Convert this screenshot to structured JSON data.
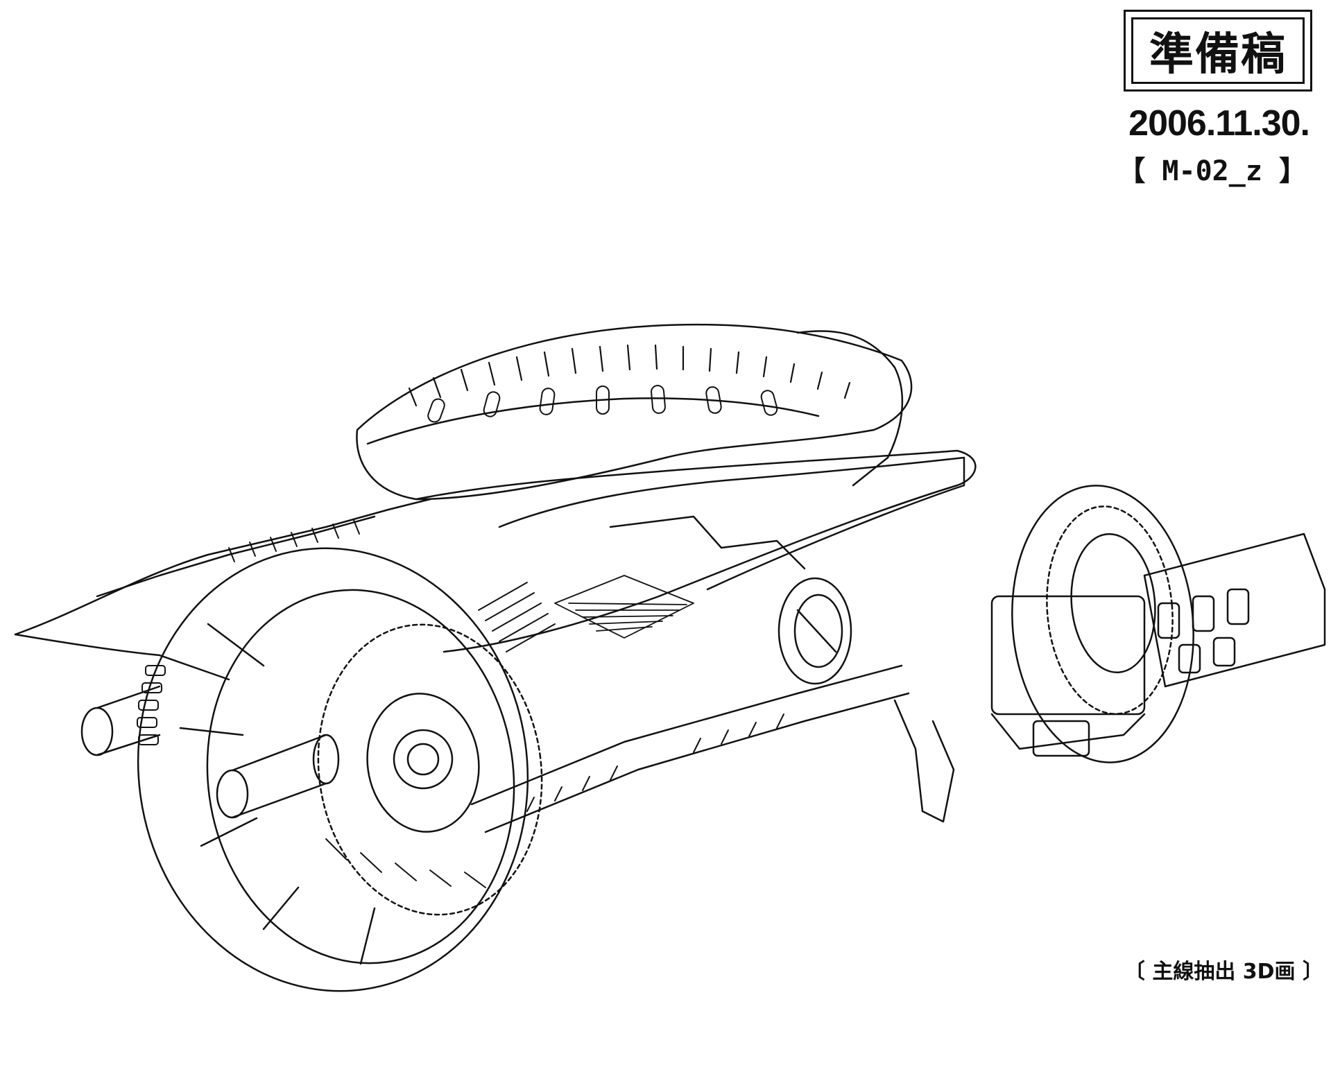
{
  "stamp": {
    "text": "準備稿"
  },
  "date": "2006.11.30.",
  "code": "【 M-02_z 】",
  "caption": "〔 主線抽出 3D画 〕",
  "colors": {
    "ink": "#111111",
    "paper": "#ffffff"
  }
}
